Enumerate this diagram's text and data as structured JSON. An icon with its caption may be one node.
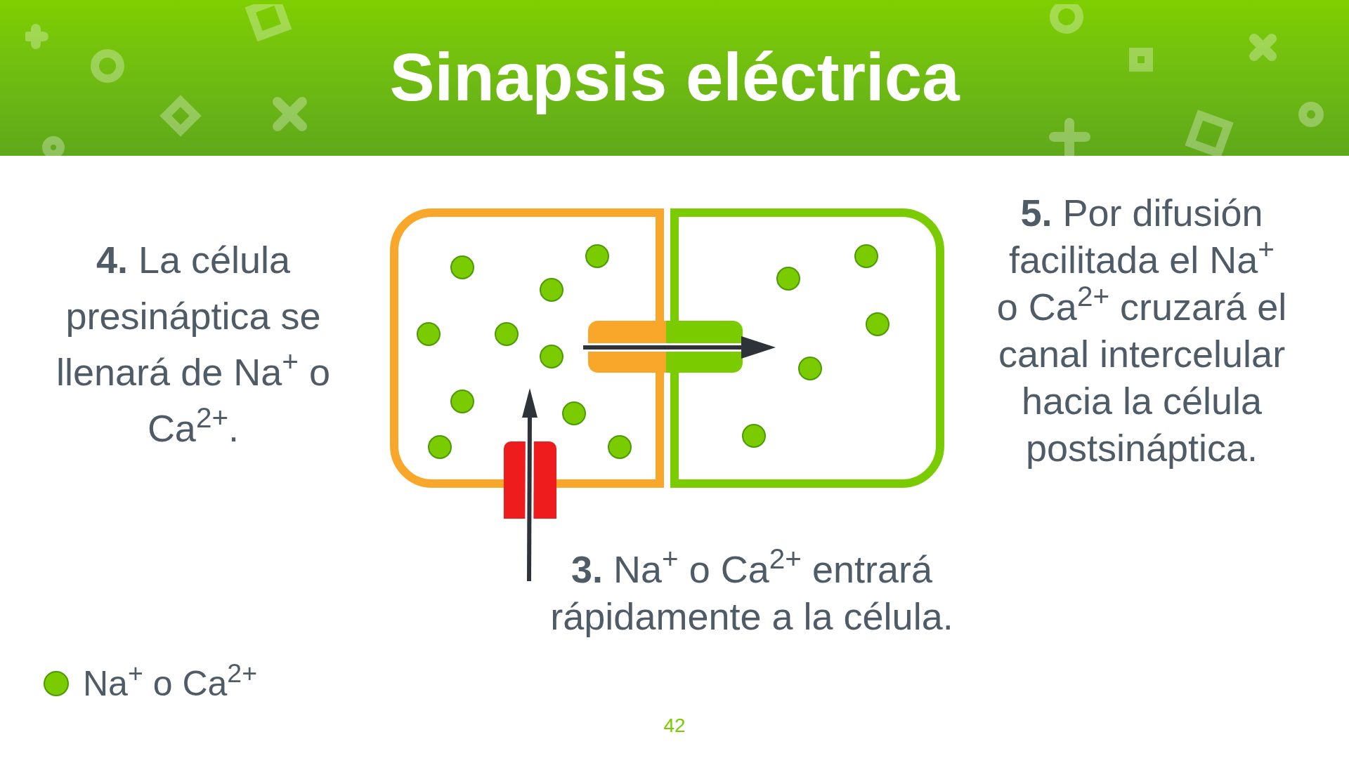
{
  "diagram": {
    "title": "Sinapsis eléctrica",
    "labels": [
      "**4.** La célula presináptica se llenará de Na$^{+}$ o Ca$^{2+}$.",
      "**5.** Por difusión facilitada el Na$^{+}$ o Ca$^{2+}$ cruzará el canal intercelular hacia la célula postsináptica.",
      "**3.** Na$^{+}$ o Ca$^{2+}$ entrará rápidamente a la célula.",
      "42"
    ],
    "legend": [
      {
        "text": "Na$^{+}$ o Ca$^{2+}$",
        "color": "#7acc00"
      }
    ]
  }
}
